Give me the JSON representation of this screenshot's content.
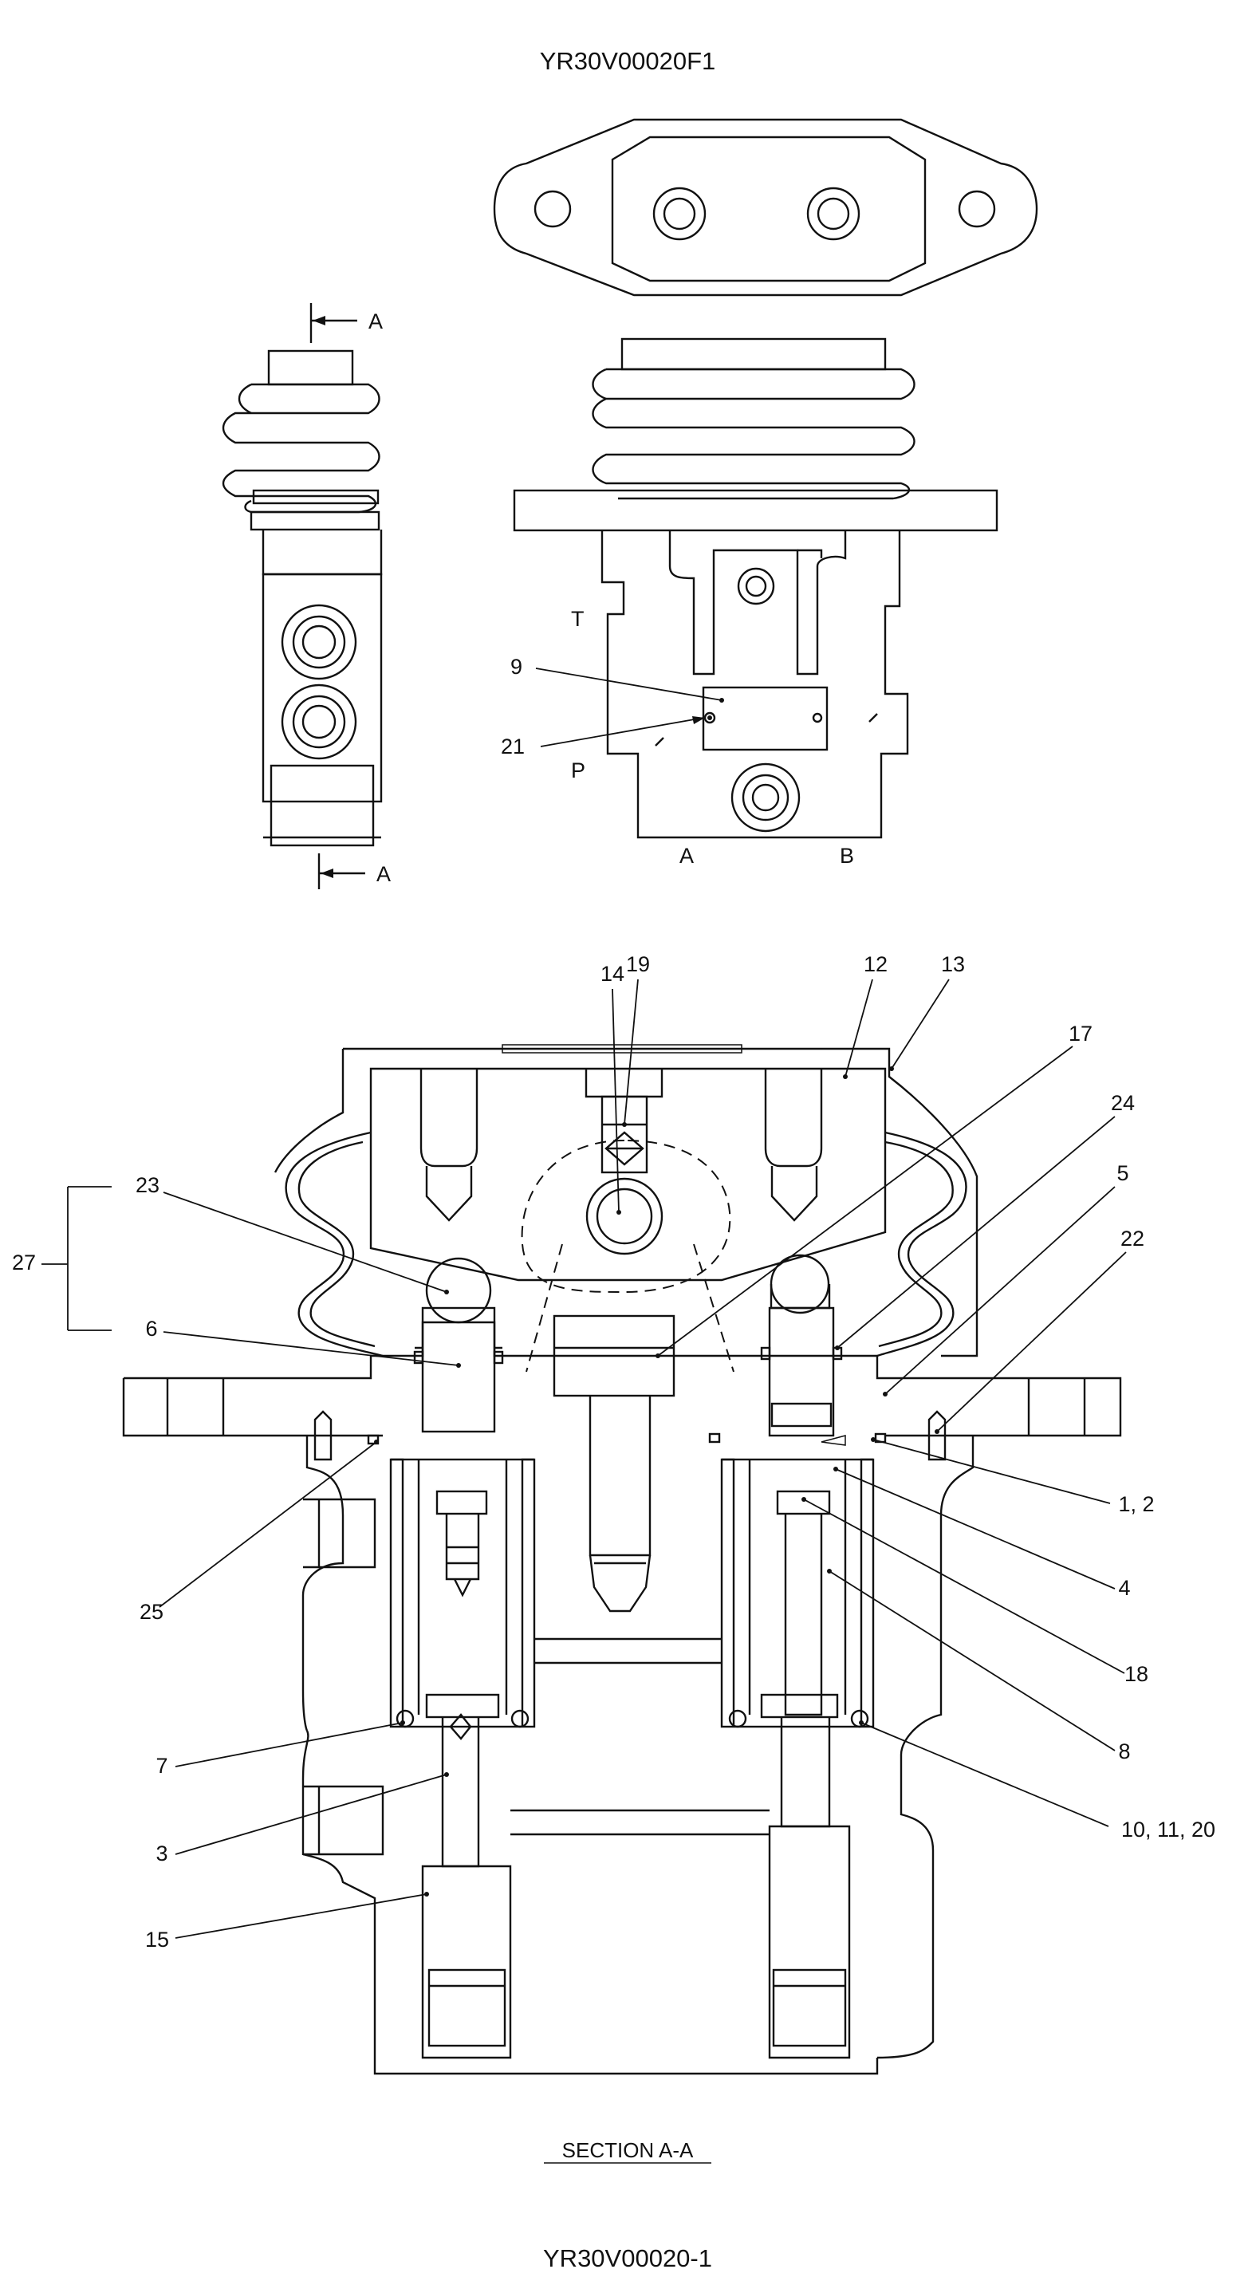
{
  "drawing": {
    "top_code": "YR30V00020F1",
    "bottom_code": "YR30V00020-1",
    "section_title": "SECTION  A-A"
  },
  "side_view": {
    "cut_top_label": "A",
    "cut_bottom_label": "A"
  },
  "front_view": {
    "port_labels": [
      "T",
      "P",
      "A",
      "B"
    ],
    "callouts": [
      "9",
      "21"
    ]
  },
  "section_view": {
    "callouts": [
      "14",
      "19",
      "12",
      "13",
      "17",
      "24",
      "5",
      "22",
      "23",
      "27",
      "6",
      "1, 2",
      "4",
      "18",
      "8",
      "25",
      "7",
      "3",
      "10, 11, 20",
      "15"
    ]
  }
}
